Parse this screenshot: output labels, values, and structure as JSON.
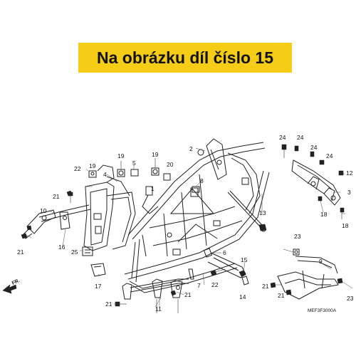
{
  "banner": {
    "text": "Na obrázku díl číslo 15",
    "color": "#f5cc16"
  },
  "diagram": {
    "code": "MEF3F3000A",
    "direction_label": "FR.",
    "callouts": [
      "1",
      "2",
      "3",
      "4",
      "5",
      "6",
      "7",
      "8",
      "9",
      "10",
      "11",
      "12",
      "13",
      "14",
      "15",
      "16",
      "17",
      "18",
      "19",
      "20",
      "21",
      "22",
      "23",
      "24",
      "25"
    ]
  }
}
